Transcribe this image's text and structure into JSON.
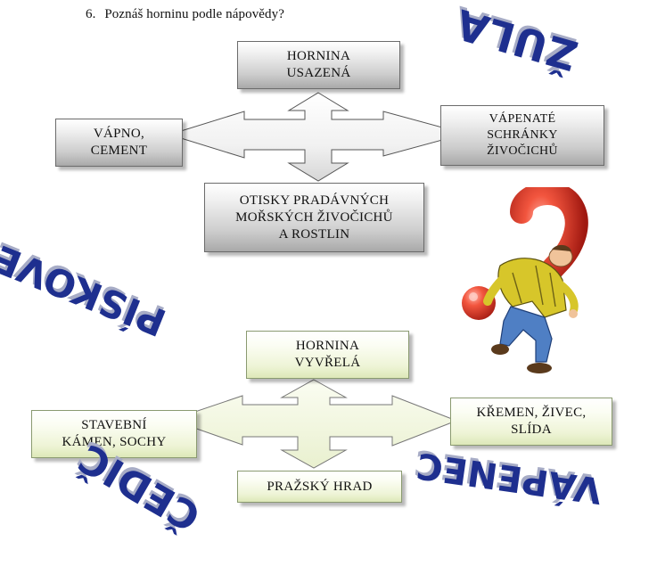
{
  "question": {
    "number": "6.",
    "text": "Poznáš horninu podle nápovědy?"
  },
  "diagram_top": {
    "center": "HORNINA USAZENÁ",
    "center_lines": [
      "HORNINA",
      "USAZENÁ"
    ],
    "left_lines": [
      "VÁPNO,",
      "CEMENT"
    ],
    "right_lines": [
      "VÁPENATÉ",
      "SCHRÁNKY",
      "ŽIVOČICHŮ"
    ],
    "bottom_lines": [
      "OTISKY PRADÁVNÝCH",
      "MOŘSKÝCH ŽIVOČICHŮ",
      "A ROSTLIN"
    ]
  },
  "diagram_bottom": {
    "center_lines": [
      "HORNINA",
      "VYVŘELÁ"
    ],
    "left_lines": [
      "STAVEBNÍ",
      "KÁMEN, SOCHY"
    ],
    "right_lines": [
      "KŘEMEN, ŽIVEC,",
      "SLÍDA"
    ],
    "bottom_lines": [
      "PRAŽSKÝ HRAD"
    ]
  },
  "answers": {
    "zula": "ŽULA",
    "piskovec": "PÍSKOVEC",
    "cedic": "ČEDIČ",
    "vapenec": "VÁPENEC"
  },
  "colors": {
    "word_blue": "#1e2f8f",
    "gray_box": "#c8c8c8",
    "green_box": "#eef4d6"
  }
}
